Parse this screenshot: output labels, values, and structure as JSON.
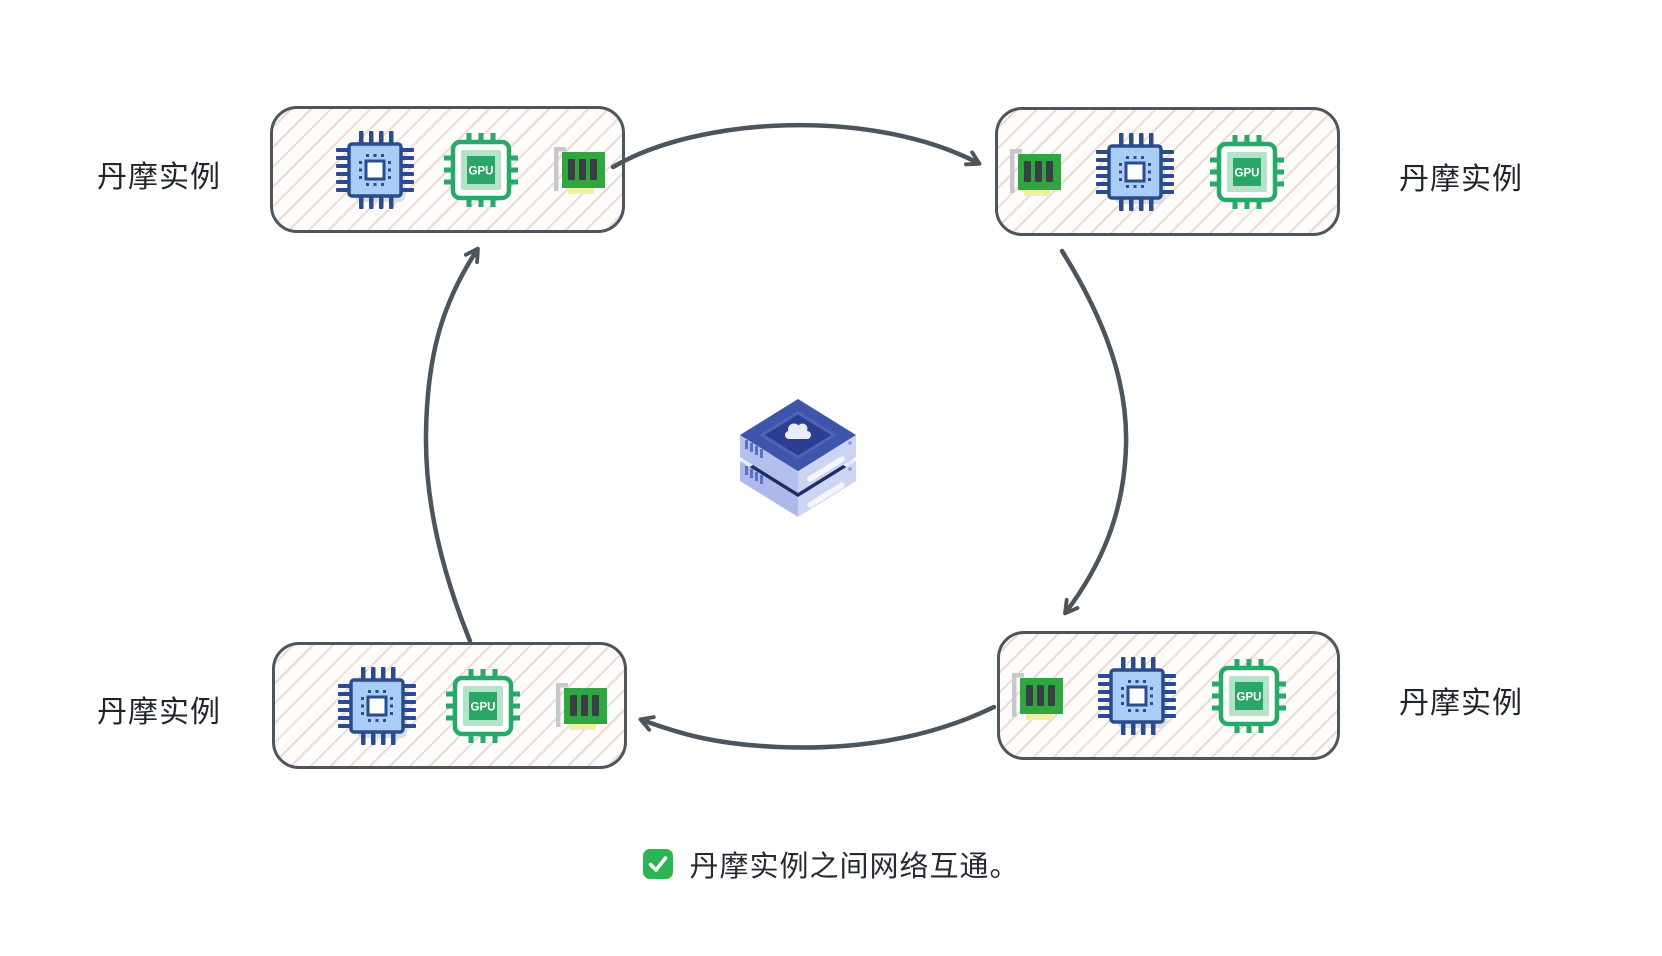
{
  "instances": [
    {
      "id": "top-left",
      "label": "丹摩实例",
      "components": [
        "cpu-chip",
        "gpu-chip",
        "network-card"
      ]
    },
    {
      "id": "top-right",
      "label": "丹摩实例",
      "components": [
        "network-card",
        "cpu-chip",
        "gpu-chip"
      ]
    },
    {
      "id": "bottom-left",
      "label": "丹摩实例",
      "components": [
        "cpu-chip",
        "gpu-chip",
        "network-card"
      ]
    },
    {
      "id": "bottom-right",
      "label": "丹摩实例",
      "components": [
        "network-card",
        "cpu-chip",
        "gpu-chip"
      ]
    }
  ],
  "gpu_chip_label": "GPU",
  "center_icon": "cloud-server-stack",
  "connections": [
    {
      "from": "top-left",
      "to": "top-right"
    },
    {
      "from": "top-right",
      "to": "bottom-right"
    },
    {
      "from": "bottom-right",
      "to": "bottom-left"
    },
    {
      "from": "bottom-left",
      "to": "top-left"
    }
  ],
  "caption": {
    "check_icon": "✅",
    "text": "丹摩实例之间网络互通。"
  },
  "colors": {
    "arrow": "#4c545c",
    "box_border": "#4d555e",
    "hatch_line": "#ecdad4",
    "cpu_fill": "#a9cdf5",
    "cpu_stroke": "#2b4c8c",
    "gpu_green": "#28a869",
    "nic_green": "#2fa63f",
    "check_green": "#2fb454",
    "server_blue_dark": "#2c3e92",
    "server_blue": "#3f54ab",
    "server_lavender": "#b5bfec"
  }
}
